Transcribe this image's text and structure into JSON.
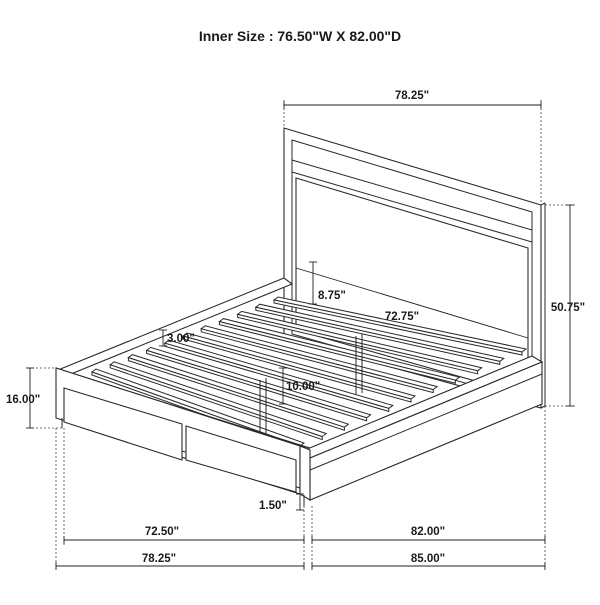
{
  "title": "Inner Size : 76.50\"W X 82.00\"D",
  "dimensions": {
    "headboard_width": "78.25\"",
    "headboard_height": "50.75\"",
    "panel_inset": "8.75\"",
    "panel_width": "72.75\"",
    "slat_gap": "3.00\"",
    "rail_height": "10.00\"",
    "footboard_height": "16.00\"",
    "leg_height": "1.50\"",
    "footboard_inner": "72.50\"",
    "rail_length": "82.00\"",
    "overall_width": "78.25\"",
    "overall_length": "85.00\""
  }
}
